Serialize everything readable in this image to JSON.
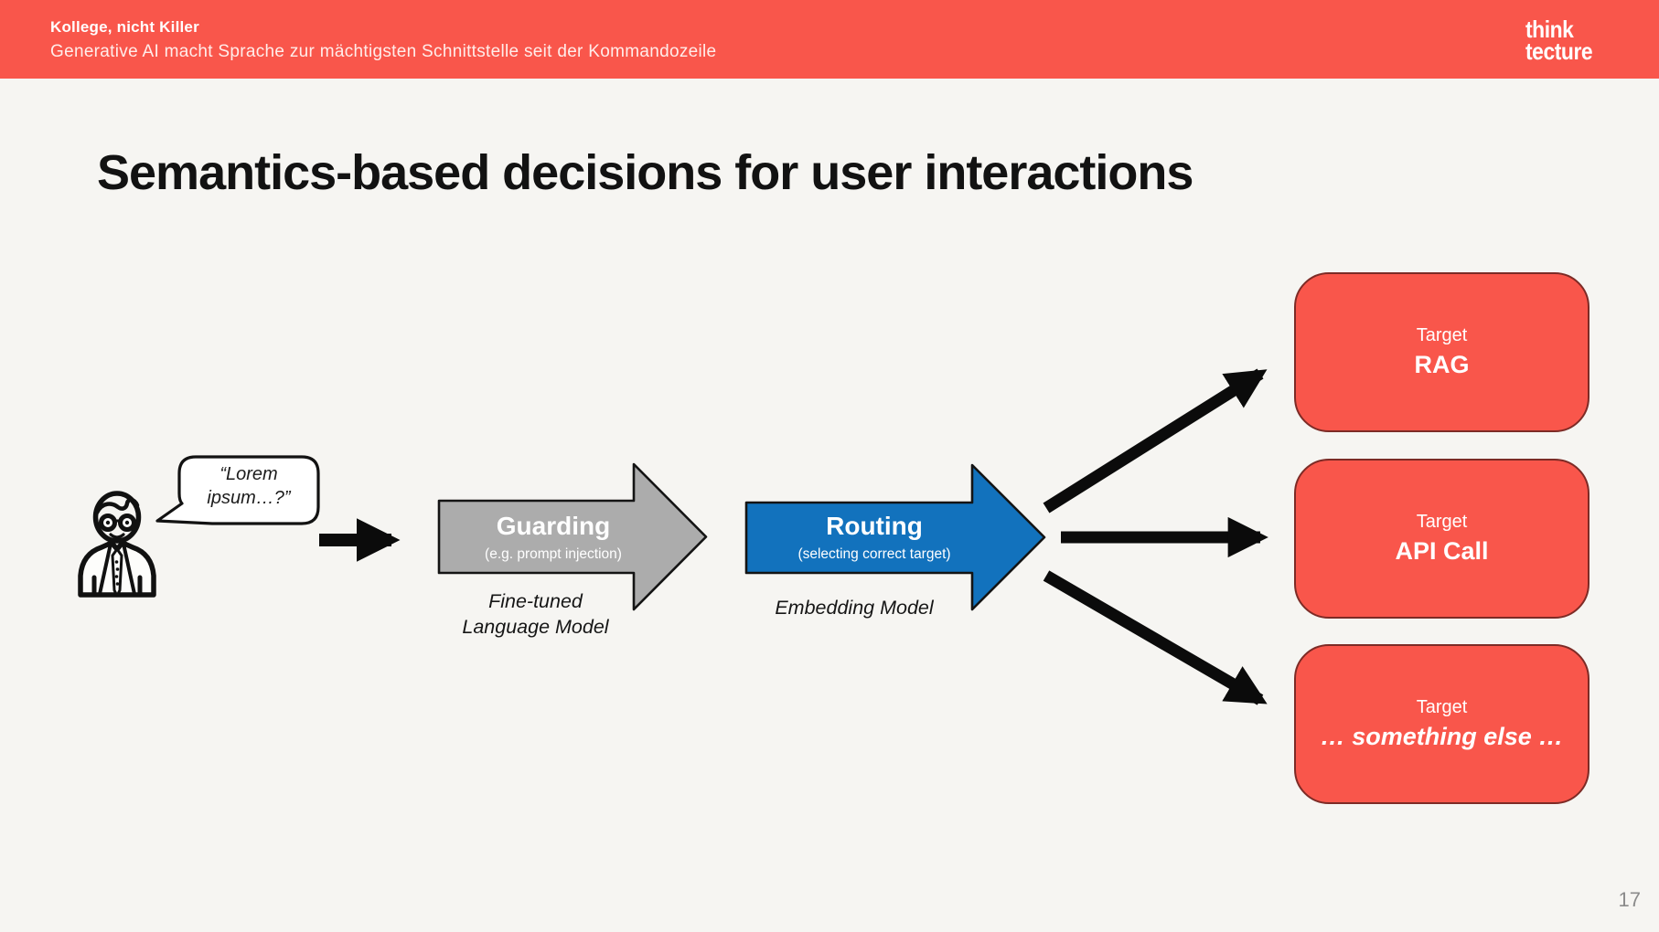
{
  "header": {
    "title": "Kollege, nicht Killer",
    "subtitle": "Generative AI macht Sprache zur mächtigsten Schnittstelle seit der Kommandozeile",
    "logo_line1": "think",
    "logo_line2": "tecture",
    "bg_color": "#F9564B"
  },
  "slide": {
    "title": "Semantics-based decisions for user interactions",
    "page_number": "17",
    "bg_color": "#F6F5F2"
  },
  "diagram": {
    "speech_bubble": {
      "line1": "“Lorem",
      "line2": "ipsum…?”"
    },
    "guarding": {
      "title": "Guarding",
      "subtitle": "(e.g. prompt injection)",
      "caption_line1": "Fine-tuned",
      "caption_line2": "Language Model",
      "fill": "#ACACAC"
    },
    "routing": {
      "title": "Routing",
      "subtitle": "(selecting correct target)",
      "caption": "Embedding Model",
      "fill": "#1272BD"
    },
    "targets": [
      {
        "label": "Target",
        "name": "RAG"
      },
      {
        "label": "Target",
        "name": "API Call"
      },
      {
        "label": "Target",
        "name": "… something else …"
      }
    ],
    "target_fill": "#F9564B",
    "target_border": "#7D2B26",
    "arrow_color": "#0B0B0B"
  }
}
